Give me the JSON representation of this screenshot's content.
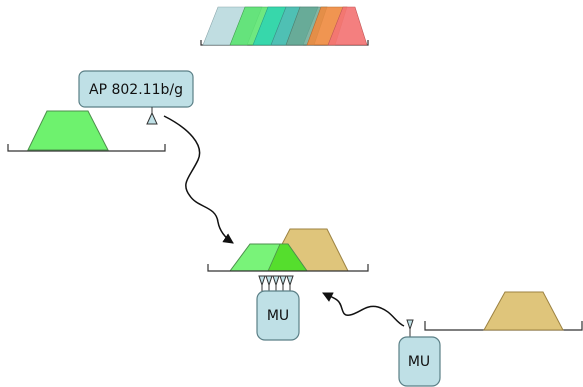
{
  "labels": {
    "access_point": "AP 802.11b/g",
    "mobile_unit_receiver": "MU",
    "mobile_unit_transmitter": "MU"
  },
  "colors": {
    "device_fill": "#bfe0e6",
    "device_stroke": "#5a7f86",
    "channel_line": "#333333",
    "arrow": "#111111",
    "green_channel": "#6ef26e",
    "gold_channel": "#dfc57b",
    "top_spectrum": [
      "#b9d9de",
      "#55e46a",
      "#2bd3b4",
      "#4fb9b0",
      "#67a58f",
      "#ee8a3e",
      "#f37474"
    ]
  },
  "icons": [
    "antenna-icon",
    "arrowhead-icon"
  ]
}
